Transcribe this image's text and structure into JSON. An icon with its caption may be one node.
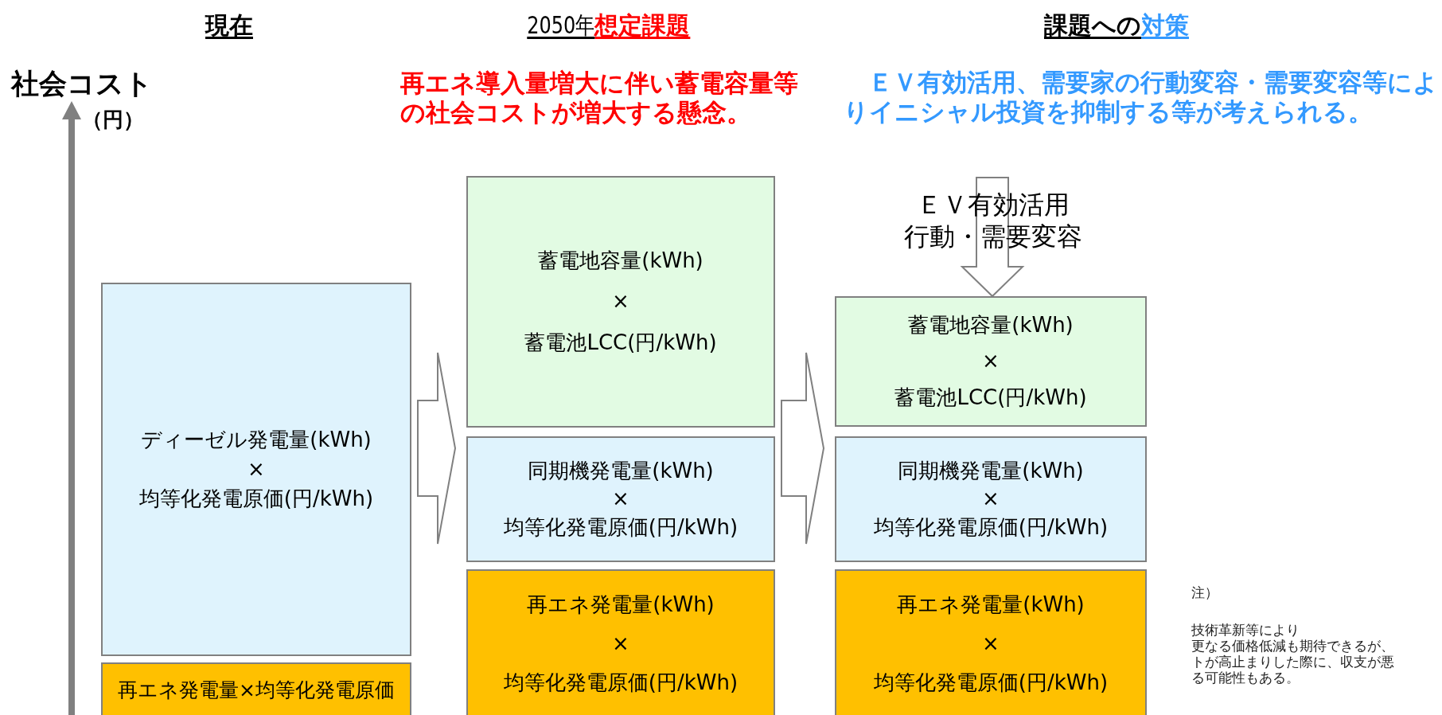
{
  "diagram": {
    "nodes": [
      {
        "text": [
          "ディーゼル発電量(kWh)",
          "×",
          "均等化発電原価(円/kWh)"
        ]
      },
      {
        "text": [
          "再エネ発電量×均等化発電原価"
        ]
      },
      {
        "text": [
          "蓄電地容量(kWh)",
          "×",
          "蓄電池LCC(円/kWh)"
        ]
      },
      {
        "text": [
          "同期機発電量(kWh)",
          "×",
          "均等化発電原価(円/kWh)"
        ]
      },
      {
        "text": [
          "再エネ発電量(kWh)",
          "×",
          "均等化発電原価(円/kWh)"
        ]
      },
      {
        "text": [
          "ＥＶ有効活用",
          "行動・需要変容"
        ]
      },
      {
        "text": [
          "蓄電地容量(kWh)",
          "×",
          "蓄電池LCC(円/kWh)"
        ]
      },
      {
        "text": [
          "同期機発電量(kWh)",
          "×",
          "均等化発電原価(円/kWh)"
        ]
      },
      {
        "text": [
          "再エネ発電量(kWh)",
          "×",
          "均等化発電原価(円/kWh)"
        ]
      }
    ],
    "edges": [
      {
        "from": 0,
        "to": 3,
        "arrow": "to"
      },
      {
        "from": 3,
        "to": 7,
        "arrow": "to"
      },
      {
        "from": 5,
        "to": 6,
        "arrow": "to"
      }
    ],
    "labels": [
      "現在",
      "2050年",
      "想定課題",
      "課題への",
      "対策",
      "社会コスト",
      "（円）",
      "再エネ導入量増大に伴い蓄電容量等の社会コストが増大する懸念。",
      "ＥＶ有効活用、需要家の行動変容・需要変容等によりイニシャル投資を抑制する等が考えられる。",
      "注）",
      "技術革新等により",
      "更なる価格低減も期待できるが、",
      "トが高止まりした際に、収支が悪",
      "る可能性もある。"
    ]
  }
}
